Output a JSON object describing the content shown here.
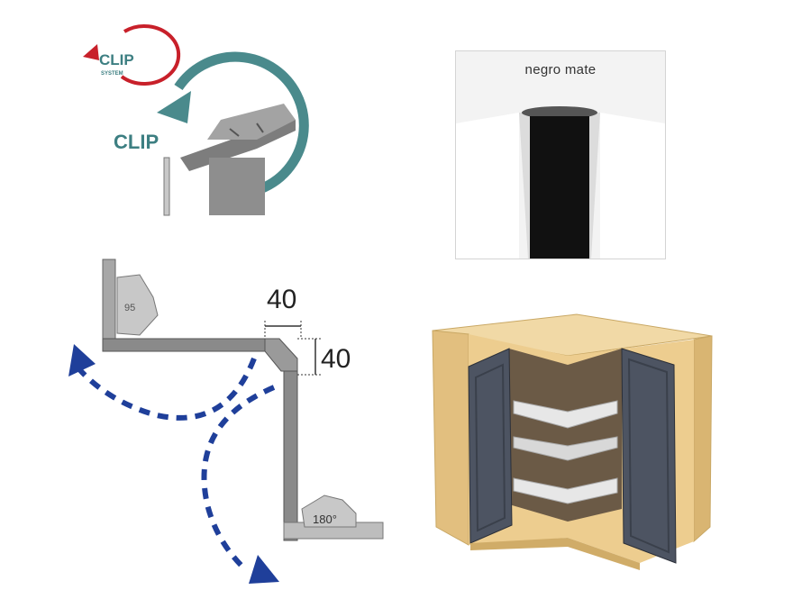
{
  "clip": {
    "logo_main": "CLIP",
    "logo_sub": "SYSTEM",
    "label": "CLIP"
  },
  "finish": {
    "label": "negro mate"
  },
  "hinge": {
    "dim_horizontal": "40",
    "dim_vertical": "40",
    "hinge_angle_label": "180°",
    "hinge_angle_label_top": "95"
  },
  "colors": {
    "teal_arrow": "#4a8a8c",
    "red_arrow": "#c8202a",
    "blue_arrow": "#1f3f9a",
    "profile_black": "#111111",
    "door_gray": "#4d5462",
    "wood": "#e8c98a"
  }
}
